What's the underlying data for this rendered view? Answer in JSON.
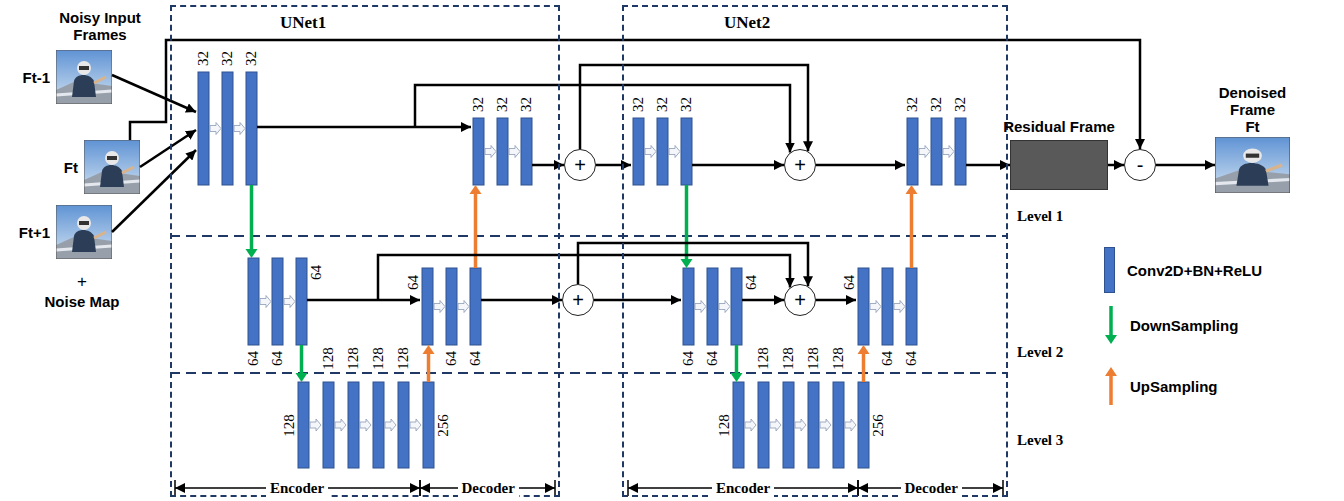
{
  "diagram": {
    "nodes": [
      {
        "text": [
          "Ft-1"
        ]
      },
      {
        "text": [
          "Ft"
        ]
      },
      {
        "text": [
          "Ft+1"
        ]
      },
      {
        "text": [
          "UNet1"
        ]
      },
      {
        "text": [
          "+"
        ]
      },
      {
        "text": [
          "UNet2"
        ]
      },
      {
        "text": [
          "+"
        ],
        "in": 5
      },
      {
        "text": [
          "+"
        ]
      },
      {
        "text": [
          "+"
        ],
        "in": 5
      },
      {
        "text": [
          "Residual Frame"
        ]
      },
      {
        "text": [
          "-"
        ]
      },
      {
        "text": [
          "Denoised Frame",
          "Ft"
        ]
      }
    ],
    "edges": [
      {
        "from": 0,
        "to": 3,
        "arrow": "to"
      },
      {
        "from": 1,
        "to": 3,
        "arrow": "to"
      },
      {
        "from": 2,
        "to": 3,
        "arrow": "to"
      },
      {
        "from": 1,
        "to": 10,
        "arrow": "to"
      },
      {
        "from": 3,
        "to": 4,
        "arrow": "to"
      },
      {
        "from": 3,
        "to": 6,
        "arrow": "to"
      },
      {
        "from": 4,
        "to": 5,
        "arrow": "to"
      },
      {
        "from": 4,
        "to": 6,
        "arrow": "to"
      },
      {
        "from": 5,
        "to": 6,
        "arrow": "to"
      },
      {
        "from": 6,
        "to": 5,
        "arrow": "to"
      },
      {
        "from": 3,
        "to": 7,
        "arrow": "to"
      },
      {
        "from": 3,
        "to": 8,
        "arrow": "to"
      },
      {
        "from": 7,
        "to": 5,
        "arrow": "to"
      },
      {
        "from": 7,
        "to": 8,
        "arrow": "to"
      },
      {
        "from": 5,
        "to": 8,
        "arrow": "to"
      },
      {
        "from": 8,
        "to": 5,
        "arrow": "to"
      },
      {
        "from": 5,
        "to": 9,
        "arrow": "to"
      },
      {
        "from": 9,
        "to": 10,
        "arrow": "to"
      },
      {
        "from": 10,
        "to": 11,
        "arrow": "to"
      }
    ],
    "labels": [
      "Noisy Input Frames",
      "+",
      "Noise Map",
      "32",
      "32",
      "32",
      "32",
      "32",
      "32",
      "32",
      "32",
      "32",
      "32",
      "32",
      "32",
      "64",
      "64",
      "64",
      "128",
      "128",
      "128",
      "128",
      "64",
      "64",
      "64",
      "128",
      "256",
      "64",
      "64",
      "64",
      "128",
      "128",
      "128",
      "128",
      "64",
      "64",
      "64",
      "128",
      "256",
      "Level 1",
      "Level 2",
      "Level 3",
      "Encoder",
      "Decoder",
      "Encoder",
      "Decoder"
    ],
    "legend": [
      {
        "text": "Conv2D+BN+ReLU",
        "color": "#4472C4"
      },
      {
        "text": "DownSampling"
      },
      {
        "text": "UpSampling"
      }
    ]
  }
}
